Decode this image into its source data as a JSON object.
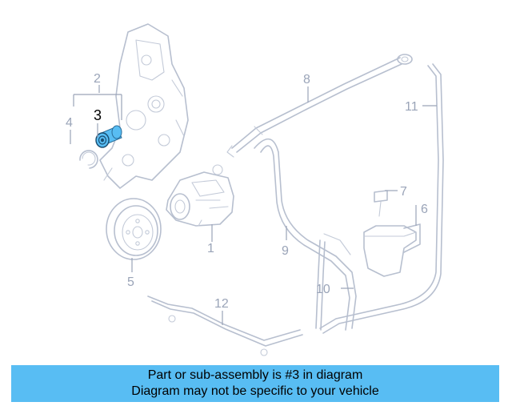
{
  "diagram": {
    "highlighted_callout": "3",
    "callouts": [
      "1",
      "2",
      "4",
      "5",
      "6",
      "7",
      "8",
      "9",
      "10",
      "11",
      "12"
    ],
    "highlight_color": "#58bdf3"
  },
  "banner": {
    "line1": "Part or sub-assembly is #3 in diagram",
    "line2": "Diagram may not be specific to your vehicle",
    "background": "#58bdf3"
  }
}
